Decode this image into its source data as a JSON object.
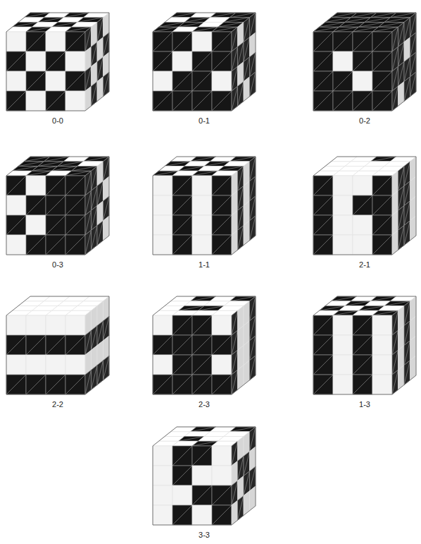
{
  "diagram": {
    "labels": [
      "0-0",
      "0-1",
      "0-2",
      "0-3",
      "1-1",
      "2-1",
      "2-2",
      "2-3",
      "1-3",
      "3-3"
    ]
  }
}
